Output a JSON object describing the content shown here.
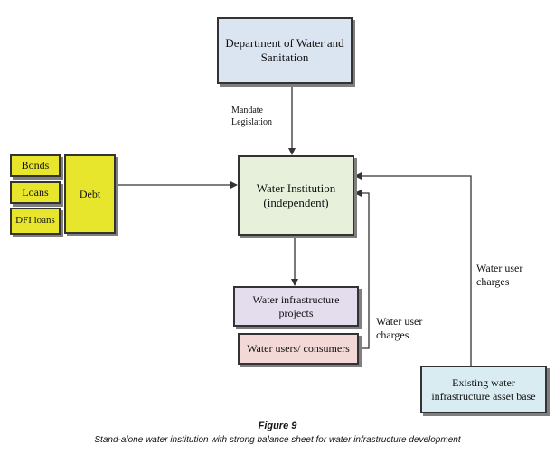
{
  "nodes": {
    "dws": "Department of Water and Sanitation",
    "water_institution": "Water Institution (independent)",
    "infrastructure_projects": "Water infrastructure projects",
    "water_users": "Water users/ consumers",
    "existing_asset_base": "Existing water infrastructure asset base",
    "debt": "Debt",
    "bonds": "Bonds",
    "loans": "Loans",
    "dfi_loans": "DFI loans"
  },
  "edge_labels": {
    "mandate": "Mandate Legislation",
    "user_charges_right": "Water user charges",
    "user_charges_mid": "Water user charges"
  },
  "figure": {
    "title": "Figure 9",
    "caption": "Stand-alone water institution with strong balance sheet for water infrastructure development"
  },
  "colors": {
    "dws_fill": "#dbe4f1",
    "institution_fill": "#e6f0da",
    "projects_fill": "#e3dded",
    "users_fill": "#f2d9d8",
    "asset_fill": "#d8ecf2",
    "debt_fill": "#e8e62c"
  }
}
